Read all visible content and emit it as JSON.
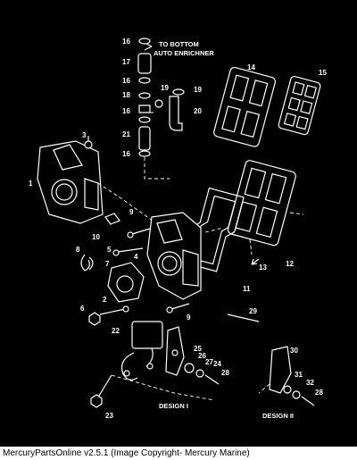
{
  "labels": {
    "to_bottom": "TO BOTTOM",
    "auto_enrichner": "AUTO ENRICHNER",
    "design_1": "DESIGN I",
    "design_2": "DESIGN II"
  },
  "callouts": {
    "n1": "1",
    "n2": "2",
    "n3": "3",
    "n4": "4",
    "n5": "5",
    "n6": "6",
    "n7": "7",
    "n8": "8",
    "n9a": "9",
    "n9b": "9",
    "n10": "10",
    "n11": "11",
    "n12": "12",
    "n13": "13",
    "n14": "14",
    "n15": "15",
    "n16a": "16",
    "n16b": "16",
    "n16c": "16",
    "n16d": "16",
    "n17": "17",
    "n18": "18",
    "n19a": "19",
    "n19b": "19",
    "n20": "20",
    "n21": "21",
    "n22": "22",
    "n23": "23",
    "n24": "24",
    "n25": "25",
    "n26": "26",
    "n27": "27",
    "n28a": "28",
    "n28b": "28",
    "n29": "29",
    "n30": "30",
    "n31": "31",
    "n32": "32"
  },
  "caption": "MercuryPartsOnline v2.5.1 (Image Copyright- Mercury Marine)",
  "colors": {
    "background": "#000000",
    "lines": "#ffffff",
    "caption_bg": "#ffffff",
    "caption_text": "#000000"
  }
}
